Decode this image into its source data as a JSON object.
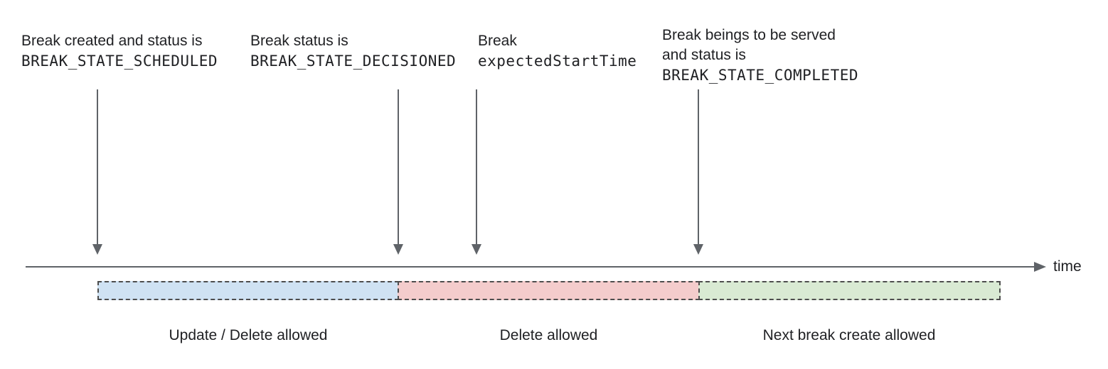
{
  "diagram": {
    "annotations": [
      {
        "line1": "Break created and status is",
        "line2": "BREAK_STATE_SCHEDULED"
      },
      {
        "line1": "Break status is",
        "line2": "BREAK_STATE_DECISIONED"
      },
      {
        "line1": "Break",
        "line2": "expectedStartTime"
      },
      {
        "line1": "Break beings to be served",
        "line2": "and status is",
        "line3": "BREAK_STATE_COMPLETED"
      }
    ],
    "axis": {
      "label": "time"
    },
    "segments": [
      {
        "label": "Update / Delete allowed",
        "fill": "#cfe2f3"
      },
      {
        "label": "Delete allowed",
        "fill": "#f4cccc"
      },
      {
        "label": "Next break create allowed",
        "fill": "#d9ead3"
      }
    ],
    "colors": {
      "arrow": "#5f6368",
      "segment_border": "#4d4d4d",
      "text": "#202124"
    }
  }
}
